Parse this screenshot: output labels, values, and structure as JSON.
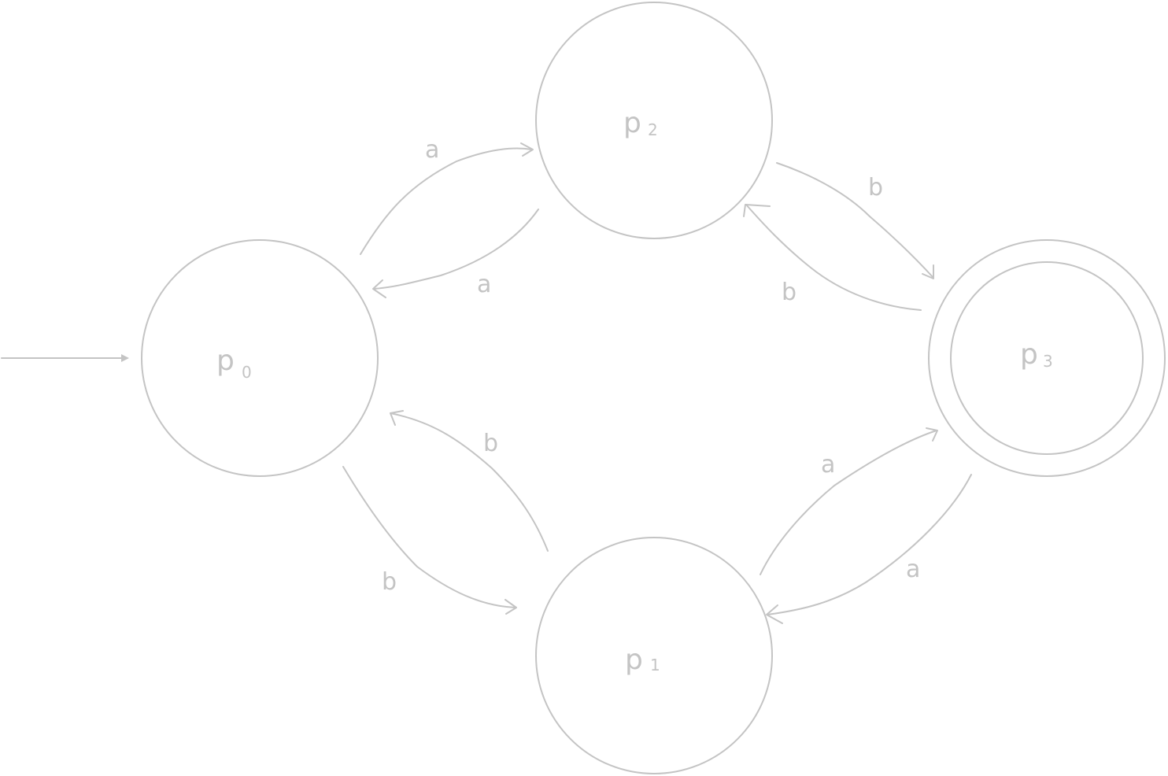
{
  "diagram": {
    "colors": {
      "stroke": "#c4c4c4",
      "background": "#ffffff"
    },
    "states": [
      {
        "id": "p0",
        "label": "p",
        "subscript": "0",
        "initial": true,
        "accepting": false
      },
      {
        "id": "p1",
        "label": "p",
        "subscript": "1",
        "initial": false,
        "accepting": false
      },
      {
        "id": "p2",
        "label": "p",
        "subscript": "2",
        "initial": false,
        "accepting": false
      },
      {
        "id": "p3",
        "label": "p",
        "subscript": "3",
        "initial": false,
        "accepting": true
      }
    ],
    "transitions": [
      {
        "from": "p0",
        "to": "p2",
        "symbol": "a"
      },
      {
        "from": "p2",
        "to": "p0",
        "symbol": "a"
      },
      {
        "from": "p2",
        "to": "p3",
        "symbol": "b"
      },
      {
        "from": "p3",
        "to": "p2",
        "symbol": "b"
      },
      {
        "from": "p0",
        "to": "p1",
        "symbol": "b"
      },
      {
        "from": "p1",
        "to": "p0",
        "symbol": "b"
      },
      {
        "from": "p1",
        "to": "p3",
        "symbol": "a"
      },
      {
        "from": "p3",
        "to": "p1",
        "symbol": "a"
      }
    ]
  }
}
